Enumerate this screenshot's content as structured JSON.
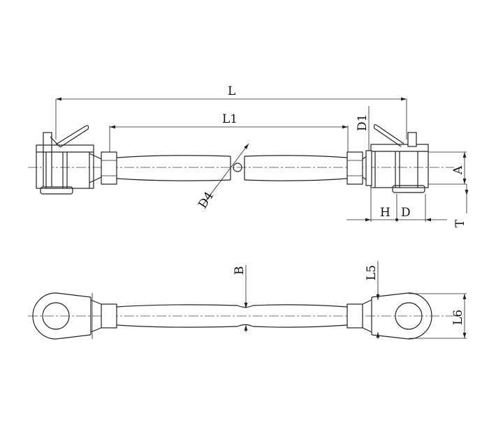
{
  "labels": {
    "L": "L",
    "L1": "L1",
    "D1": "D1",
    "D4": "D4",
    "A": "A",
    "H": "H",
    "D": "D",
    "T": "T",
    "B": "B",
    "L5": "L5",
    "L6": "L6"
  }
}
